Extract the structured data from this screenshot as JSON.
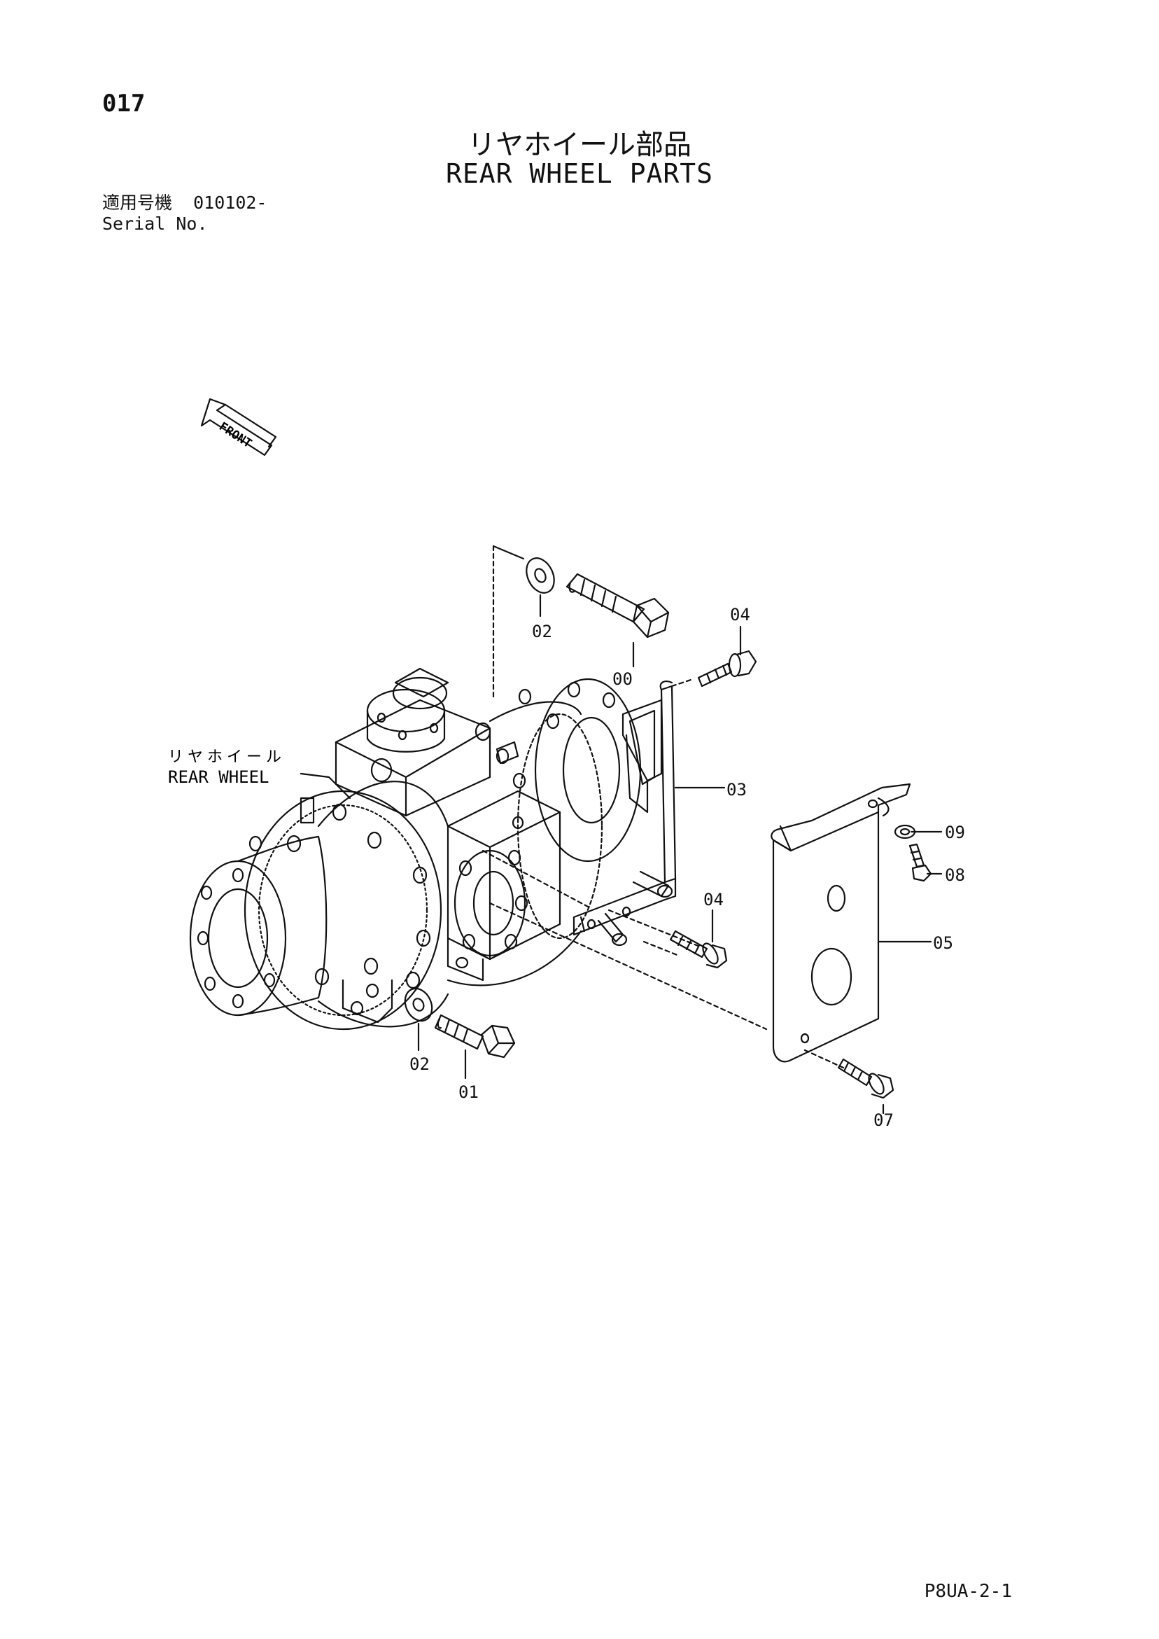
{
  "page_number": "017",
  "title_jp": "リヤホイール部品",
  "title_en": "REAR WHEEL PARTS",
  "serial_label_jp": "適用号機",
  "serial_value": "010102-",
  "serial_label_en": "Serial No.",
  "front_label": "FRONT",
  "assembly_label_jp": "リヤホイール",
  "assembly_label_en": "REAR WHEEL",
  "callouts": [
    "00",
    "01",
    "02",
    "02",
    "03",
    "04",
    "04",
    "05",
    "07",
    "08",
    "09"
  ],
  "page_ref": "P8UA-2-1"
}
